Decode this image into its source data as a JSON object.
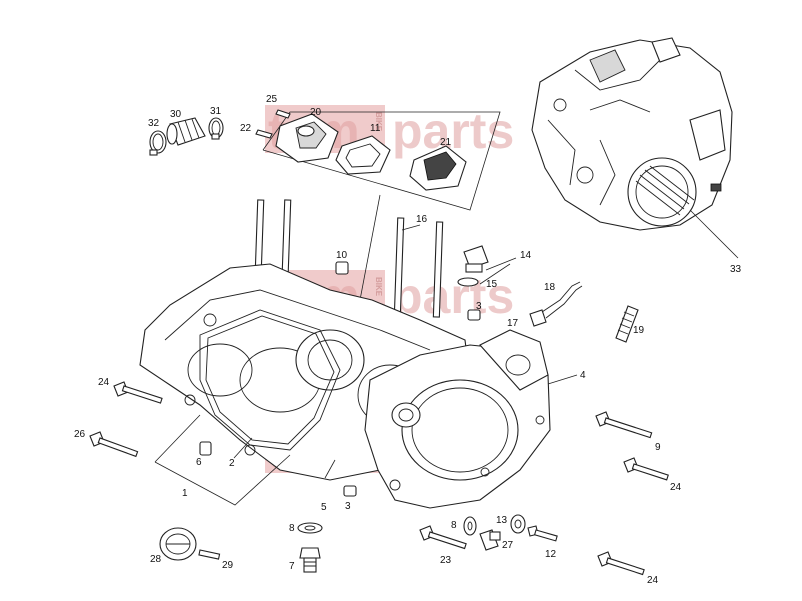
{
  "watermark": {
    "left": "tom",
    "middle": "BIKE",
    "right": "parts",
    "colors": {
      "text": "#e0a0a0",
      "block": "#d46a6a"
    }
  },
  "callouts": [
    "1",
    "2",
    "3",
    "3",
    "4",
    "5",
    "6",
    "7",
    "8",
    "8",
    "9",
    "10",
    "11",
    "12",
    "13",
    "14",
    "15",
    "16",
    "17",
    "18",
    "19",
    "20",
    "21",
    "22",
    "23",
    "24",
    "24",
    "24",
    "25",
    "26",
    "27",
    "28",
    "29",
    "30",
    "31",
    "32",
    "33"
  ]
}
